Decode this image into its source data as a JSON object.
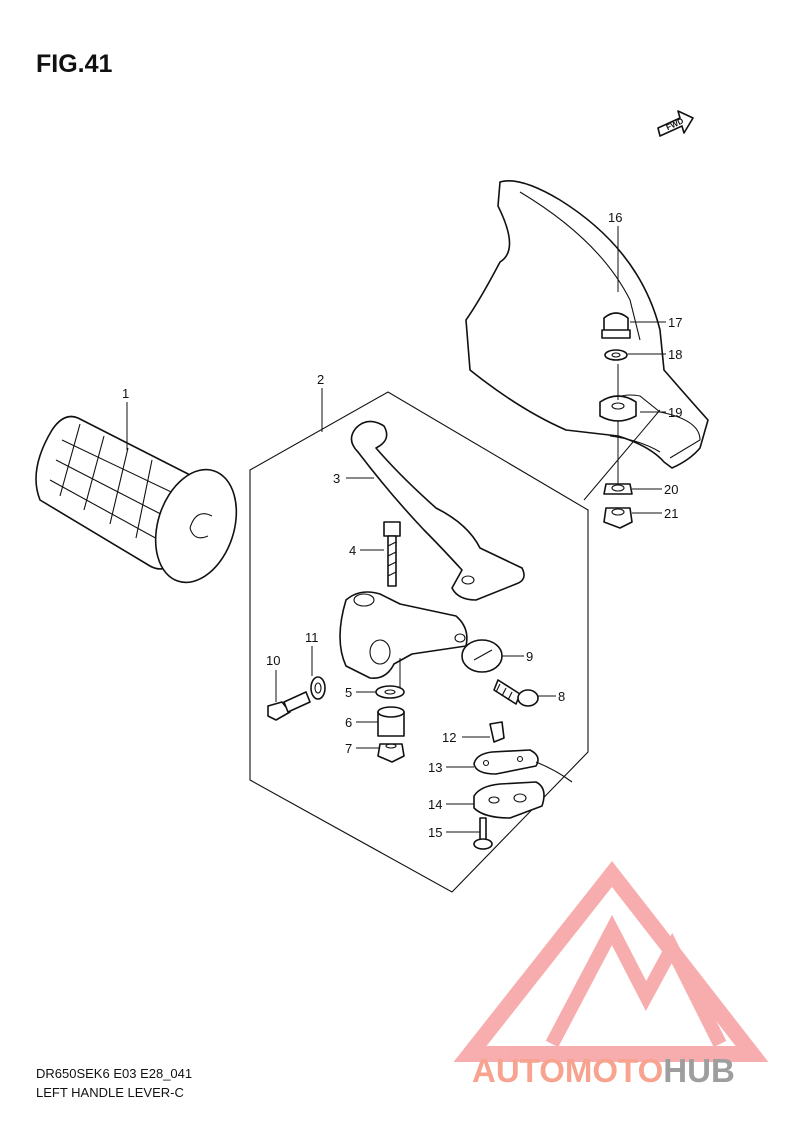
{
  "figure": {
    "title": "FIG.41",
    "code": "DR650SEK6 E03 E28_041",
    "name": "LEFT HANDLE LEVER-C",
    "fwd_label": "FWD"
  },
  "parts": [
    {
      "n": "1"
    },
    {
      "n": "2"
    },
    {
      "n": "3"
    },
    {
      "n": "4"
    },
    {
      "n": "5"
    },
    {
      "n": "6"
    },
    {
      "n": "7"
    },
    {
      "n": "8"
    },
    {
      "n": "9"
    },
    {
      "n": "10"
    },
    {
      "n": "11"
    },
    {
      "n": "12"
    },
    {
      "n": "13"
    },
    {
      "n": "14"
    },
    {
      "n": "15"
    },
    {
      "n": "16"
    },
    {
      "n": "17"
    },
    {
      "n": "18"
    },
    {
      "n": "19"
    },
    {
      "n": "20"
    },
    {
      "n": "21"
    }
  ],
  "watermark": {
    "brand_a": "AUTOMOTO",
    "brand_b": "HUB",
    "color_a": "#f7a38f",
    "color_b": "#9e9e9e",
    "mark_color": "#f26b6b"
  }
}
